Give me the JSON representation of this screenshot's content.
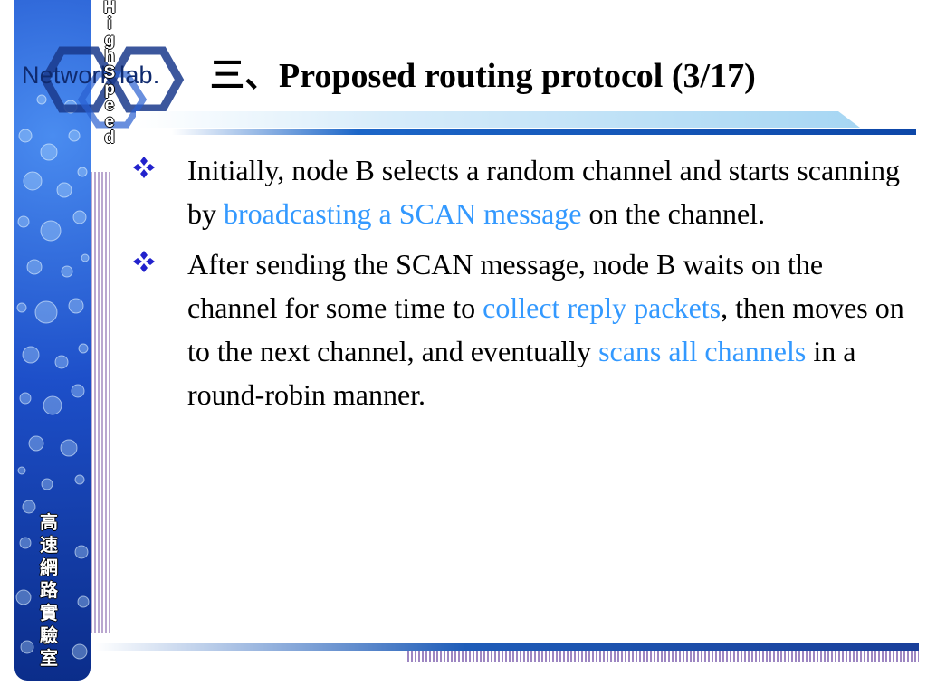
{
  "logo": {
    "text": "Network lab.",
    "vertical_label": [
      "H",
      "i",
      "g",
      "h",
      "S",
      "p",
      "e",
      "e",
      "d"
    ]
  },
  "side_label": [
    "高",
    "速",
    "網",
    "路",
    "實",
    "驗",
    "室"
  ],
  "slide": {
    "title": "三、Proposed routing protocol (3/17)",
    "bullets": [
      {
        "before": "Initially, node B selects a random channel and starts scanning by ",
        "highlight1": "broadcasting a SCAN message",
        "after": " on the channel."
      },
      {
        "before": "After sending the SCAN message, node B waits on the channel for some time to ",
        "highlight1": "collect reply packets",
        "middle": ", then moves on to the next channel, and eventually ",
        "highlight2": "scans all channels",
        "after": " in a round-robin manner."
      }
    ]
  },
  "colors": {
    "highlight": "#3399ff",
    "bullet_icon": "#2222cc",
    "strip_blue": "#1d4fc9"
  },
  "icons": {
    "bullet": "four-diamond-bullet-icon"
  }
}
